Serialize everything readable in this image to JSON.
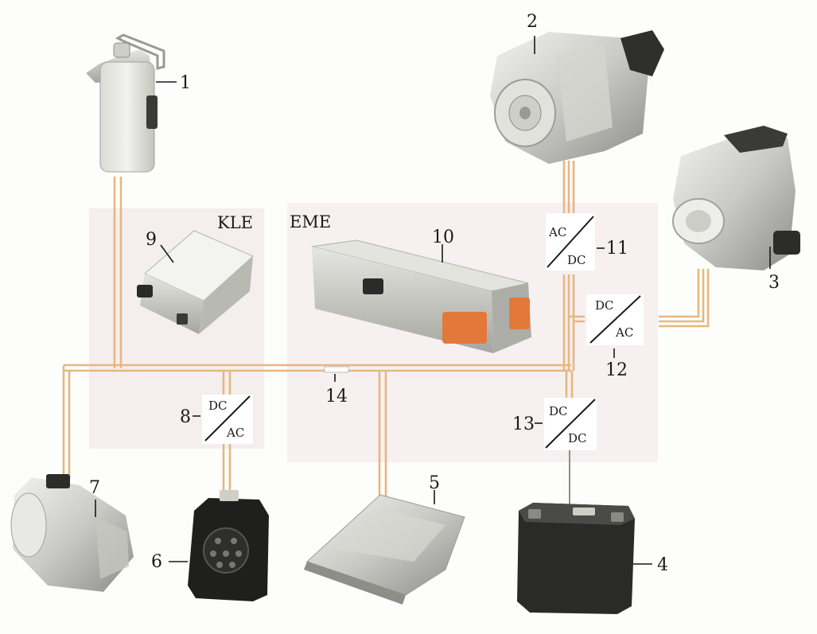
{
  "areas": {
    "kle": "KLE",
    "eme": "EME"
  },
  "components": [
    {
      "id": "1",
      "name": "coolant-expansion-tank"
    },
    {
      "id": "2",
      "name": "electric-motor"
    },
    {
      "id": "3",
      "name": "ac-compressor"
    },
    {
      "id": "4",
      "name": "12v-battery"
    },
    {
      "id": "5",
      "name": "high-voltage-battery"
    },
    {
      "id": "6",
      "name": "charging-socket"
    },
    {
      "id": "7",
      "name": "range-extender-generator"
    },
    {
      "id": "9",
      "name": "kle-charger-unit"
    },
    {
      "id": "10",
      "name": "eme-electronics-unit"
    },
    {
      "id": "14",
      "name": "junction"
    }
  ],
  "converters": [
    {
      "id": "8",
      "top": "DC",
      "bottom": "AC"
    },
    {
      "id": "11",
      "top": "AC",
      "bottom": "DC"
    },
    {
      "id": "12",
      "top": "DC",
      "bottom": "AC"
    },
    {
      "id": "13",
      "top": "DC",
      "bottom": "DC"
    }
  ],
  "colors": {
    "hv_cable": "#e7b77f",
    "panel": "#f4eeef"
  }
}
